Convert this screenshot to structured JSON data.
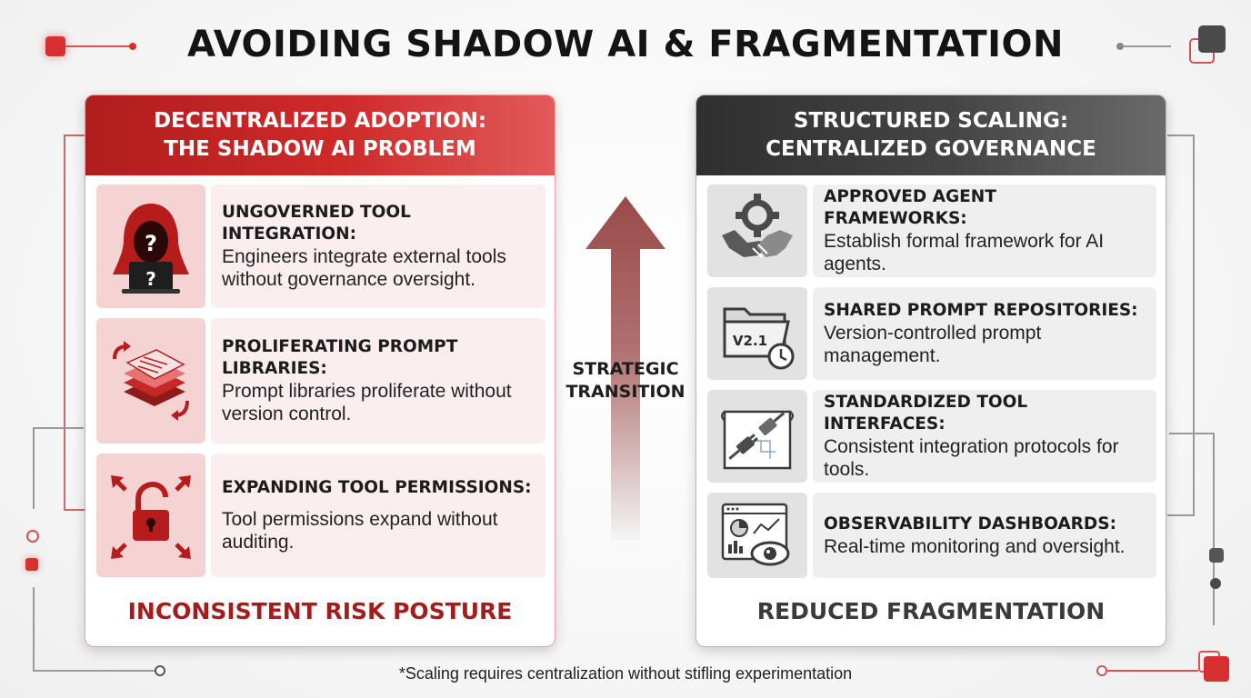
{
  "title": "AVOIDING SHADOW AI & FRAGMENTATION",
  "left_panel": {
    "heading_line1": "DECENTRALIZED ADOPTION:",
    "heading_line2": "THE SHADOW AI PROBLEM",
    "items": [
      {
        "title_line1": "UNGOVERNED TOOL",
        "title_line2": "INTEGRATION:",
        "description": "Engineers integrate external tools without governance oversight.",
        "icon": "hooded-hacker-laptop-icon"
      },
      {
        "title_line1": "PROLIFERATING PROMPT",
        "title_line2": "LIBRARIES:",
        "description": "Prompt libraries proliferate without version control.",
        "icon": "stacked-documents-icon"
      },
      {
        "title_line1": "EXPANDING TOOL PERMISSIONS:",
        "title_line2": "",
        "description": "Tool permissions expand without auditing.",
        "icon": "unlocked-padlock-arrows-icon"
      }
    ],
    "footer": "INCONSISTENT RISK POSTURE"
  },
  "right_panel": {
    "heading_line1": "STRUCTURED SCALING:",
    "heading_line2": "CENTRALIZED GOVERNANCE",
    "items": [
      {
        "title": "APPROVED AGENT FRAMEWORKS:",
        "description": "Establish formal framework for AI agents.",
        "icon": "gear-handshake-icon"
      },
      {
        "title": "SHARED PROMPT REPOSITORIES:",
        "description": "Version-controlled prompt management.",
        "icon": "versioned-folder-clock-icon",
        "icon_text": "V2.1"
      },
      {
        "title": "STANDARDIZED TOOL INTERFACES:",
        "description": "Consistent integration protocols for tools.",
        "icon": "plug-blueprint-icon"
      },
      {
        "title": "OBSERVABILITY DASHBOARDS:",
        "description": "Real-time monitoring and oversight.",
        "icon": "dashboard-eye-icon"
      }
    ],
    "footer": "REDUCED FRAGMENTATION"
  },
  "transition": {
    "line1": "STRATEGIC",
    "line2": "TRANSITION"
  },
  "footnote": "*Scaling requires centralization without stifling experimentation",
  "colors": {
    "accent_red": "#c62828",
    "dark_gray": "#3a3a3a",
    "light_red": "#f6d3d3",
    "light_gray": "#e2e2e2"
  }
}
